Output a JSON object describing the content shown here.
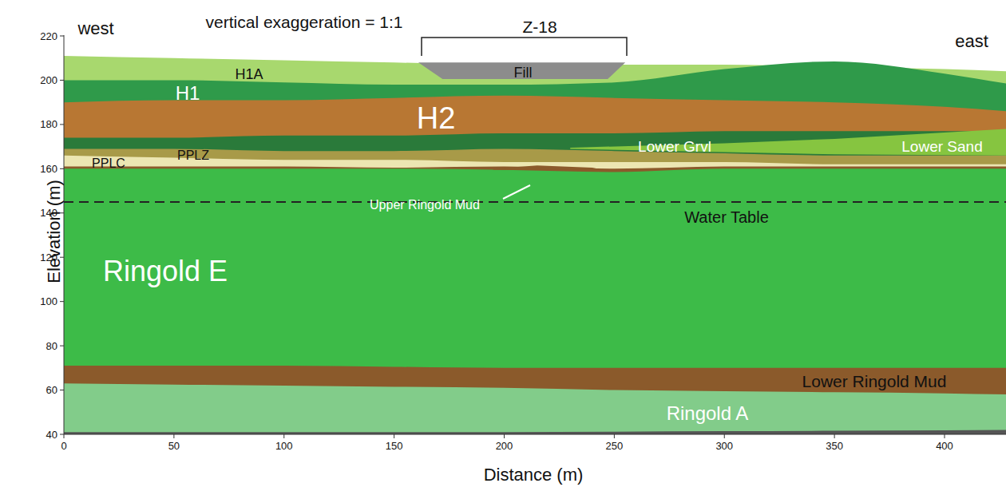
{
  "diagram": {
    "labels": [
      "vertical exaggeration = 1:1",
      "west",
      "Z-18",
      "east",
      "H1A",
      "Fill",
      "H1",
      "H2",
      "PPLC",
      "PPLZ",
      "Lower Grvl",
      "Lower Sand",
      "Upper Ringold Mud",
      "Water Table",
      "Ringold E",
      "Lower Ringold Mud",
      "Ringold A",
      "Elevation (m)",
      "Distance (m)",
      "220",
      "200",
      "180",
      "160",
      "140",
      "120",
      "100",
      "80",
      "60",
      "40",
      "0",
      "50",
      "100",
      "150",
      "200",
      "250",
      "300",
      "350",
      "400"
    ]
  }
}
